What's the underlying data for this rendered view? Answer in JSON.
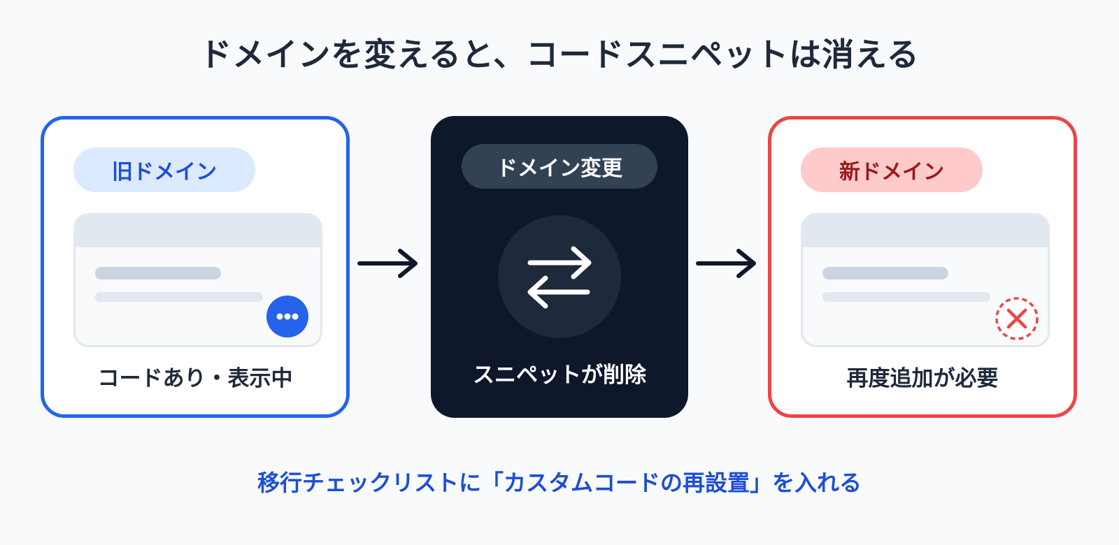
{
  "title": "ドメインを変えると、コードスニペットは消える",
  "old_domain": {
    "label": "旧ドメイン",
    "caption": "コードあり・表示中"
  },
  "domain_change": {
    "label": "ドメイン変更",
    "caption": "スニペットが削除"
  },
  "new_domain": {
    "label": "新ドメイン",
    "caption": "再度追加が必要"
  },
  "footer": "移行チェックリストに「カスタムコードの再設置」を入れる",
  "colors": {
    "old_accent": "#2563eb",
    "new_accent": "#ef4444",
    "dark_panel": "#0f172a"
  },
  "icons": [
    "more-dots-icon",
    "swap-arrows-icon",
    "error-x-icon",
    "arrow-right-icon"
  ]
}
